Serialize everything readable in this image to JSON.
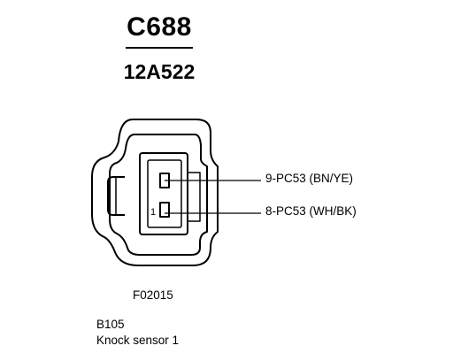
{
  "connector": {
    "id": "C688",
    "part_number": "12A522",
    "drawing_code": "F02015"
  },
  "pins": [
    {
      "label": "9-PC53 (BN/YE)"
    },
    {
      "label": "8-PC53 (WH/BK)"
    }
  ],
  "pin_marker": "1",
  "component": {
    "code": "B105",
    "name": "Knock sensor 1"
  }
}
